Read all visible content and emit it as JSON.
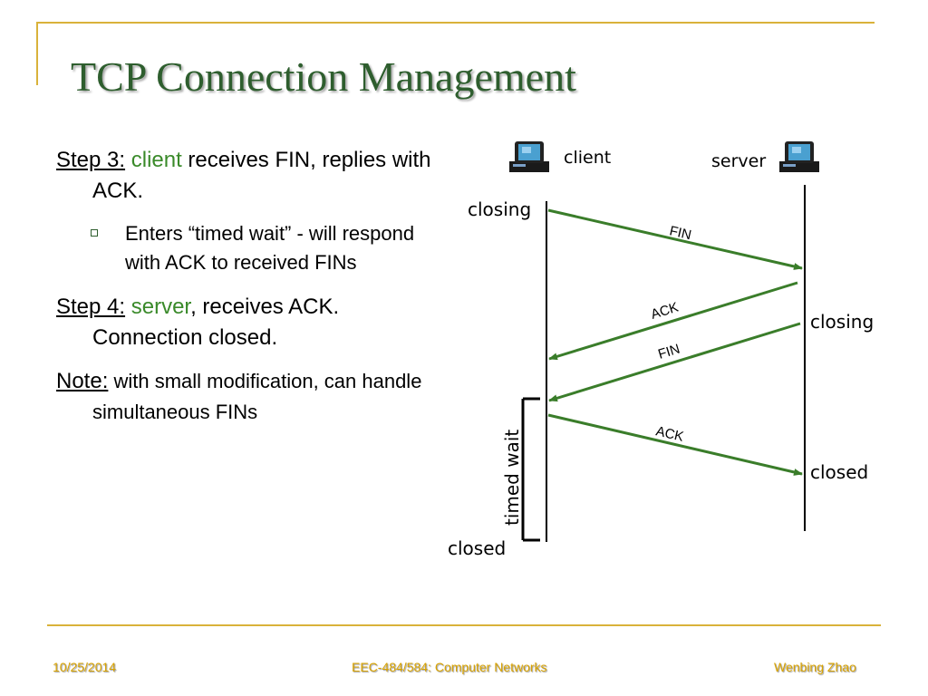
{
  "title": "TCP Connection Management",
  "steps": [
    {
      "heading": "Step 3:",
      "actor": "client",
      "text": " receives FIN, replies with ACK."
    },
    {
      "heading": "Step 4:",
      "actor": "server",
      "text": ", receives ACK. Connection closed."
    }
  ],
  "bullet": "Enters “timed wait” - will respond with ACK to received FINs",
  "note": {
    "heading": "Note:",
    "text": " with small modification, can handle simultaneous FINs"
  },
  "diagram": {
    "client_label": "client",
    "server_label": "server",
    "client_state_top": "closing",
    "server_state_top": "closing",
    "client_state_bottom": "closed",
    "server_state_bottom": "closed",
    "messages": [
      "FIN",
      "ACK",
      "FIN",
      "ACK"
    ],
    "timed_wait": "timed wait",
    "icon": "computer-icon",
    "arrow_color": "#3a7d2a"
  },
  "footer": {
    "date": "10/25/2014",
    "course": "EEC-484/584: Computer Networks",
    "author": "Wenbing Zhao"
  },
  "colors": {
    "title": "#2e5e2e",
    "accent": "#3a8a2a",
    "rule": "#d9b23a",
    "footer_text": "#d9a300"
  }
}
